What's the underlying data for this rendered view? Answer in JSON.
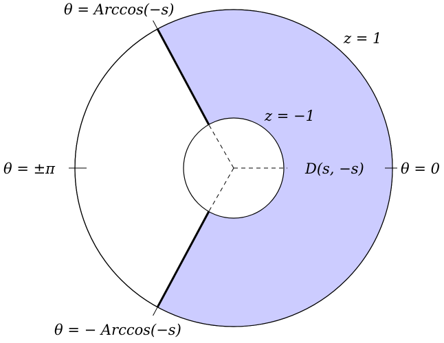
{
  "diagram": {
    "labels": {
      "top_boundary": "θ = Arccos(−s)",
      "outer_circle": "z = 1",
      "inner_circle": "z = −1",
      "left_angle": "θ = ±π",
      "region": "D(s, −s)",
      "right_angle": "θ = 0",
      "bottom_boundary": "θ = − Arccos(−s)"
    },
    "colors": {
      "region_fill": "#ccccff",
      "stroke": "#000000"
    }
  }
}
